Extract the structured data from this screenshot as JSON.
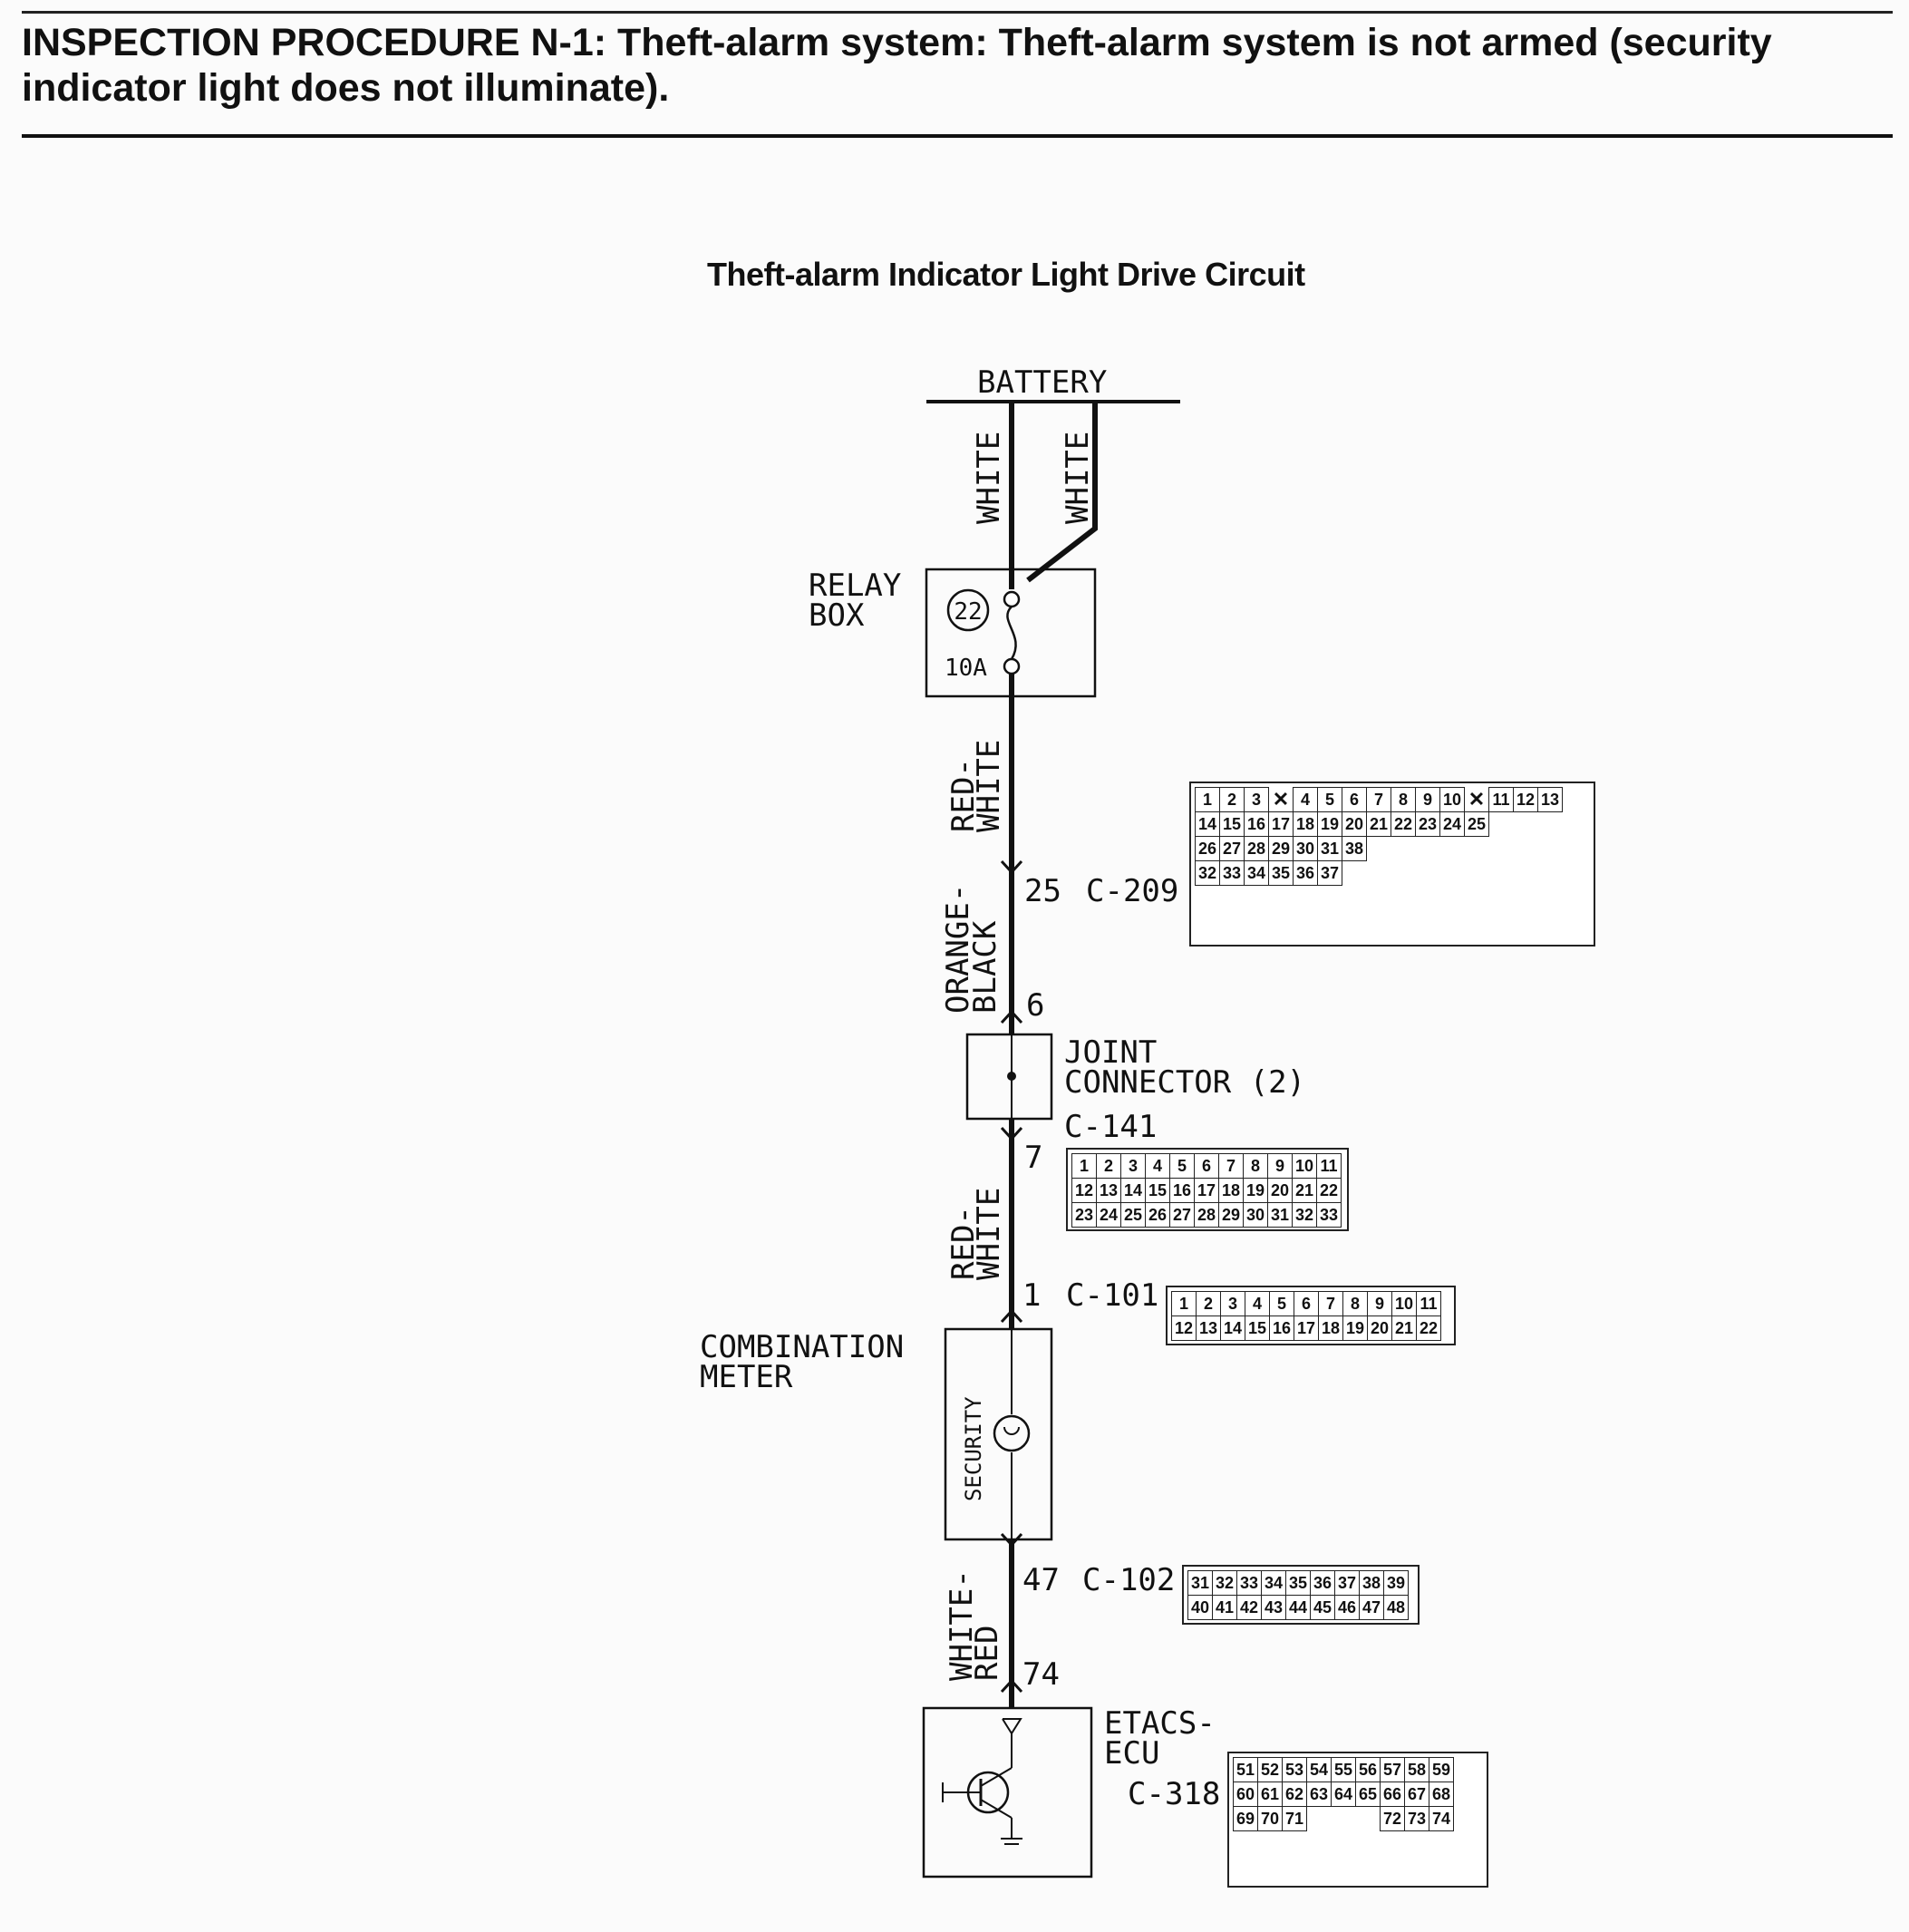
{
  "header": {
    "title": "INSPECTION PROCEDURE N-1: Theft-alarm system: Theft-alarm system is not armed (security indicator light does not illuminate).",
    "diagram_title": "Theft-alarm Indicator Light Drive Circuit"
  },
  "circuit": {
    "battery": "BATTERY",
    "wire_top_left": "WHITE",
    "wire_top_right": "WHITE",
    "relay_box_line1": "RELAY",
    "relay_box_line2": "BOX",
    "fuse_number": "22",
    "fuse_rating": "10A",
    "wire_red_white_1_line1": "RED-",
    "wire_red_white_1_line2": "WHITE",
    "pin_25": "25",
    "conn_c209": "C-209",
    "wire_orange_black_line1": "ORANGE-",
    "wire_orange_black_line2": "BLACK",
    "pin_6": "6",
    "joint_connector_line1": "JOINT",
    "joint_connector_line2": "CONNECTOR (2)",
    "conn_c141": "C-141",
    "pin_7": "7",
    "wire_red_white_2_line1": "RED-",
    "wire_red_white_2_line2": "WHITE",
    "pin_1": "1",
    "conn_c101": "C-101",
    "combination_meter_line1": "COMBINATION",
    "combination_meter_line2": "METER",
    "security_label": "SECURITY",
    "pin_47": "47",
    "conn_c102": "C-102",
    "wire_white_red_line1": "WHITE-",
    "wire_white_red_line2": "RED",
    "pin_74": "74",
    "etacs_line1": "ETACS-",
    "etacs_line2": "ECU",
    "conn_c318": "C-318"
  },
  "connectors": {
    "c209": [
      [
        "1",
        "2",
        "3",
        "",
        "4",
        "5",
        "6",
        "7",
        "8",
        "9",
        "10",
        "",
        "11",
        "12",
        "13"
      ],
      [
        "14",
        "15",
        "16",
        "17",
        "18",
        "19",
        "20",
        "21",
        "22",
        "23",
        "24",
        "25"
      ],
      [
        "26",
        "27",
        "28",
        "29",
        "30",
        "31",
        "38"
      ],
      [
        "32",
        "33",
        "34",
        "35",
        "36",
        "37"
      ]
    ],
    "c141": [
      [
        "1",
        "2",
        "3",
        "4",
        "5",
        "6",
        "7",
        "8",
        "9",
        "10",
        "11"
      ],
      [
        "12",
        "13",
        "14",
        "15",
        "16",
        "17",
        "18",
        "19",
        "20",
        "21",
        "22"
      ],
      [
        "23",
        "24",
        "25",
        "26",
        "27",
        "28",
        "29",
        "30",
        "31",
        "32",
        "33"
      ]
    ],
    "c101": [
      [
        "1",
        "2",
        "3",
        "4",
        "5",
        "6",
        "7",
        "8",
        "9",
        "10",
        "11"
      ],
      [
        "12",
        "13",
        "14",
        "15",
        "16",
        "17",
        "18",
        "19",
        "20",
        "21",
        "22"
      ]
    ],
    "c102": [
      [
        "31",
        "32",
        "33",
        "34",
        "35",
        "36",
        "37",
        "38",
        "39"
      ],
      [
        "40",
        "41",
        "42",
        "43",
        "44",
        "45",
        "46",
        "47",
        "48"
      ]
    ],
    "c318": [
      [
        "51",
        "52",
        "53",
        "54",
        "55",
        "56",
        "57",
        "58",
        "59"
      ],
      [
        "60",
        "61",
        "62",
        "63",
        "64",
        "65",
        "66",
        "67",
        "68"
      ],
      [
        "69",
        "70",
        "71",
        "",
        "",
        "",
        "72",
        "73",
        "74"
      ]
    ]
  }
}
